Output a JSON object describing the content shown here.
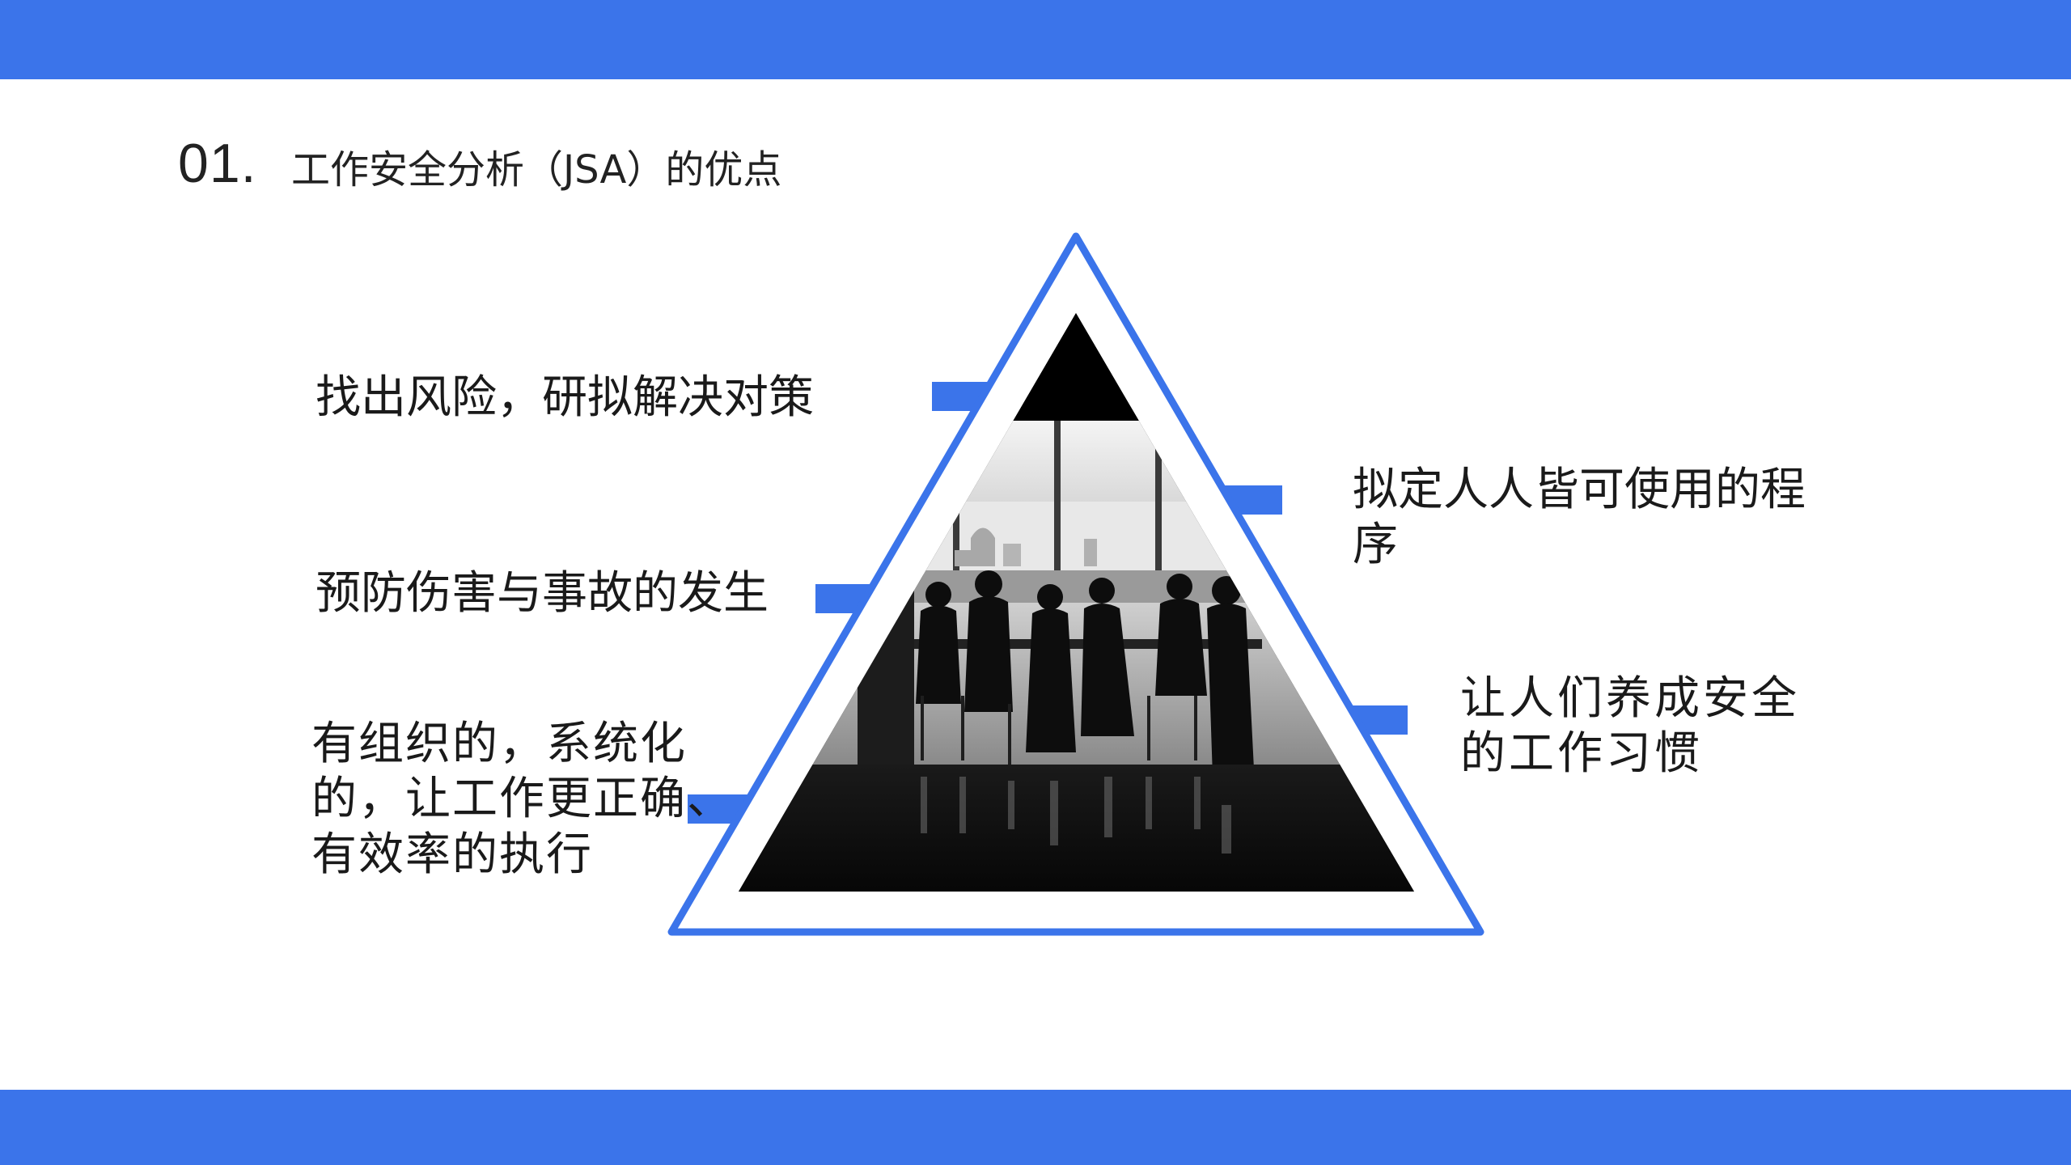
{
  "header": {
    "number": "01.",
    "title": "工作安全分析（JSA）的优点"
  },
  "points": {
    "left": [
      {
        "text": "找出风险，研拟解决对策"
      },
      {
        "text": "预防伤害与事故的发生"
      },
      {
        "lines": [
          "有组织的，系统化",
          "的，让工作更正确、",
          "有效率的执行"
        ]
      }
    ],
    "right": [
      {
        "lines": [
          "拟定人人皆可使用的程",
          "序"
        ]
      },
      {
        "lines": [
          "让人们养成安全",
          "的工作习惯"
        ]
      }
    ]
  },
  "colors": {
    "accent": "#3b74ea",
    "text": "#1a1a1a",
    "background": "#ffffff"
  },
  "image": {
    "subject": "silhouettes of people standing in a meeting room in front of large windows with a city skyline, black and white photo inside a triangle"
  }
}
